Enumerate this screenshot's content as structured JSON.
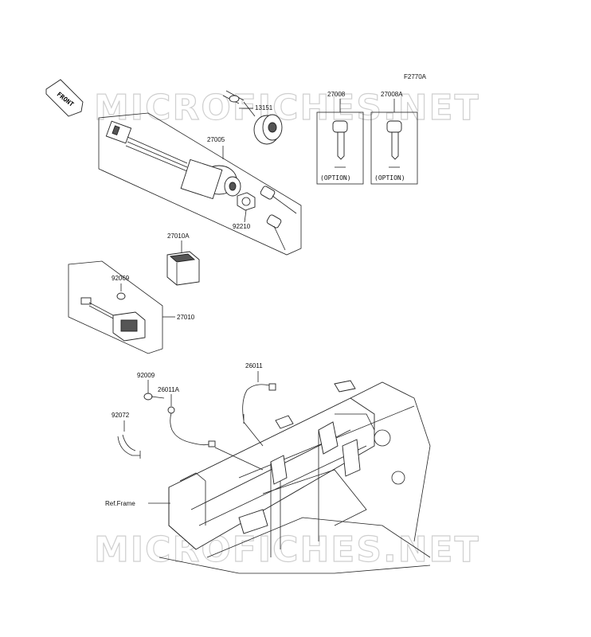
{
  "diagram_code": "F2770A",
  "front_label": "FRONT",
  "watermark": "MICROFICHES.NET",
  "option_label": "(OPTION)",
  "parts": {
    "p13151": "13151",
    "p27005": "27005",
    "p27008": "27008",
    "p27008A": "27008A",
    "p92210": "92210",
    "p27010A": "27010A",
    "p92069": "92069",
    "p27010": "27010",
    "p92009": "92009",
    "p26011": "26011",
    "p26011A": "26011A",
    "p92072": "92072",
    "ref_frame": "Ref.Frame"
  }
}
